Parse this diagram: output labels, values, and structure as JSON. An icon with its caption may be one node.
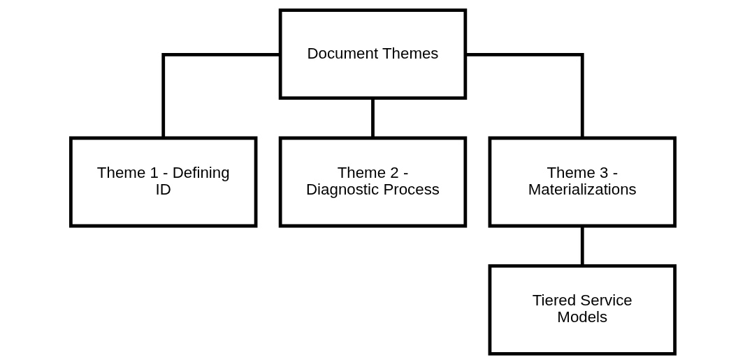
{
  "diagram": {
    "nodes": [
      {
        "text": [
          "Document Themes"
        ]
      },
      {
        "text": [
          "Theme 1 - Defining ID"
        ]
      },
      {
        "text": [
          "Theme 2 - Diagnostic Process"
        ]
      },
      {
        "text": [
          "Theme 3 - Materializations"
        ]
      },
      {
        "text": [
          "Tiered Service Models"
        ]
      }
    ],
    "edges": [
      {
        "from": 0,
        "to": 1,
        "arrow": "none"
      },
      {
        "from": 0,
        "to": 2,
        "arrow": "none"
      },
      {
        "from": 0,
        "to": 3,
        "arrow": "none"
      },
      {
        "from": 3,
        "to": 4,
        "arrow": "none"
      }
    ]
  }
}
